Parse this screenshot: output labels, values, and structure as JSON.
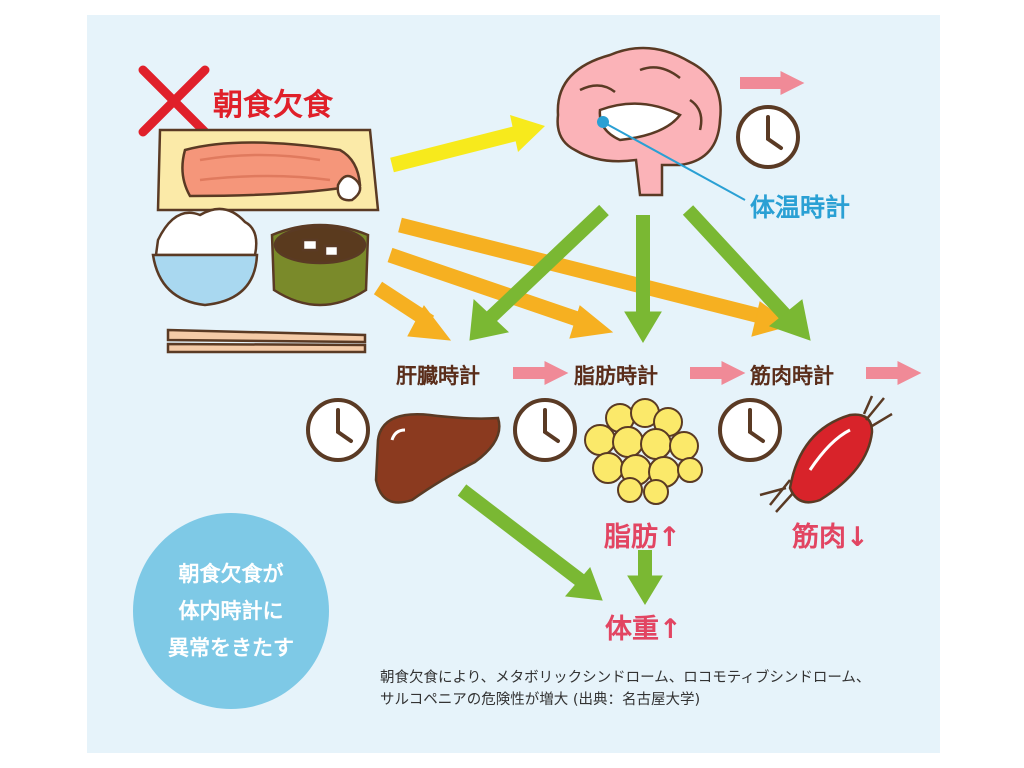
{
  "title": "朝食欠食",
  "labels": {
    "body_clock_temp": "体温時計",
    "liver_clock": "肝臓時計",
    "fat_clock": "脂肪時計",
    "muscle_clock": "筋肉時計"
  },
  "effects": {
    "fat": "脂肪↑",
    "muscle": "筋肉↓",
    "weight": "体重↑"
  },
  "circle": {
    "line1": "朝食欠食が",
    "line2": "体内時計に",
    "line3": "異常をきたす"
  },
  "note": {
    "line1": "朝食欠食により、メタボリックシンドローム、ロコモティブシンドローム、",
    "line2": "サルコペニアの危険性が増大 (出典：名古屋大学)"
  },
  "colors": {
    "background": "#e6f3fa",
    "yellow_arrow": "#f7ea1c",
    "orange_arrow": "#f6b021",
    "green_arrow": "#7ab833",
    "pink_arrow": "#f08a97",
    "red_cross": "#e0202a",
    "circle": "#7ec9e6",
    "thermo_text": "#2aa0d4"
  },
  "icons": [
    "cross-icon",
    "breakfast-illustration",
    "brain-illustration",
    "clock-icon",
    "liver-illustration",
    "fat-illustration",
    "muscle-illustration"
  ]
}
